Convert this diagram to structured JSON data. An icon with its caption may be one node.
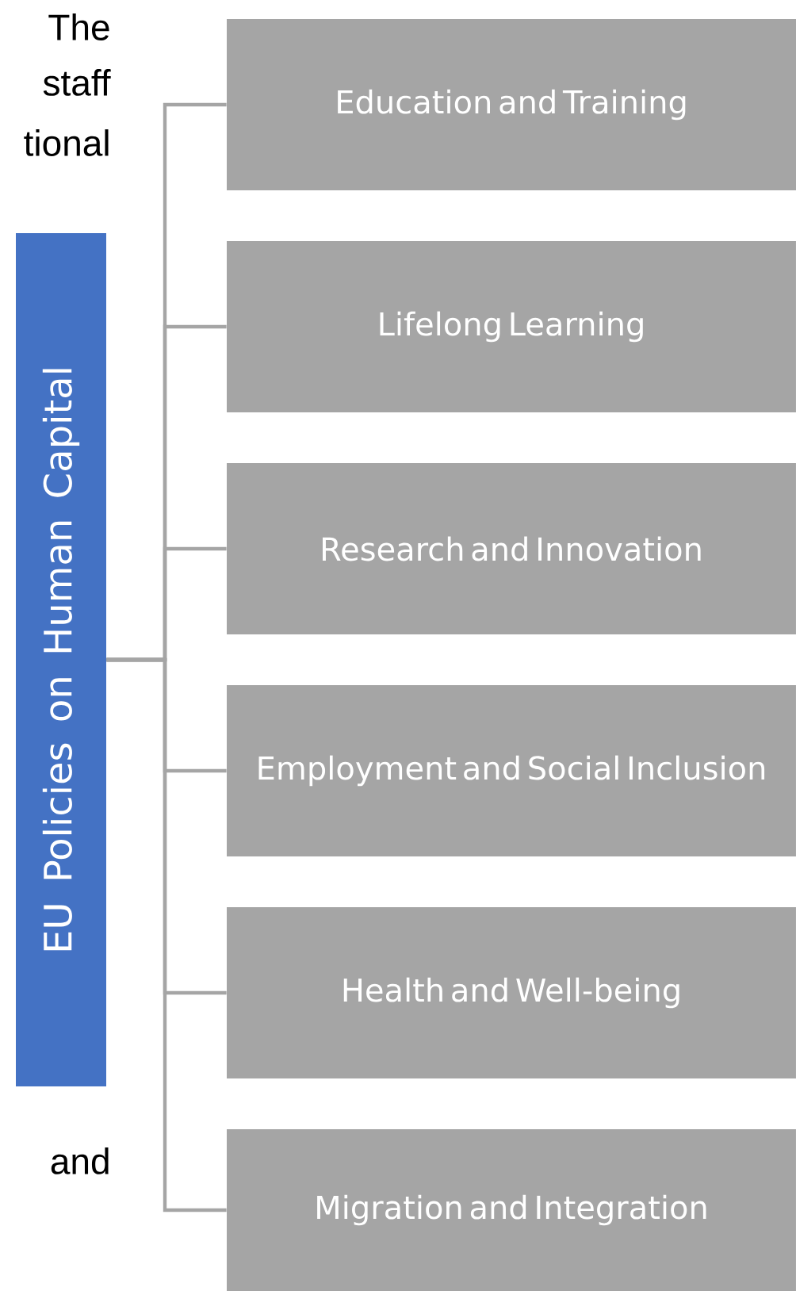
{
  "diagram": {
    "nodes": [
      {
        "text": [
          "EU Policies on Human Capital"
        ]
      },
      {
        "text": [
          "Education and Training"
        ]
      },
      {
        "text": [
          "Lifelong Learning"
        ]
      },
      {
        "text": [
          "Research and Innovation"
        ]
      },
      {
        "text": [
          "Employment and Social Inclusion"
        ]
      },
      {
        "text": [
          "Health and Well-being"
        ]
      },
      {
        "text": [
          "Migration and Integration"
        ]
      }
    ],
    "edges": [
      {
        "from": 0,
        "to": 1,
        "arrow": "none"
      },
      {
        "from": 0,
        "to": 2,
        "arrow": "none"
      },
      {
        "from": 0,
        "to": 3,
        "arrow": "none"
      },
      {
        "from": 0,
        "to": 4,
        "arrow": "none"
      },
      {
        "from": 0,
        "to": 5,
        "arrow": "none"
      },
      {
        "from": 0,
        "to": 6,
        "arrow": "none"
      }
    ],
    "labels": [
      "The",
      "staff",
      "tional",
      "and"
    ]
  }
}
